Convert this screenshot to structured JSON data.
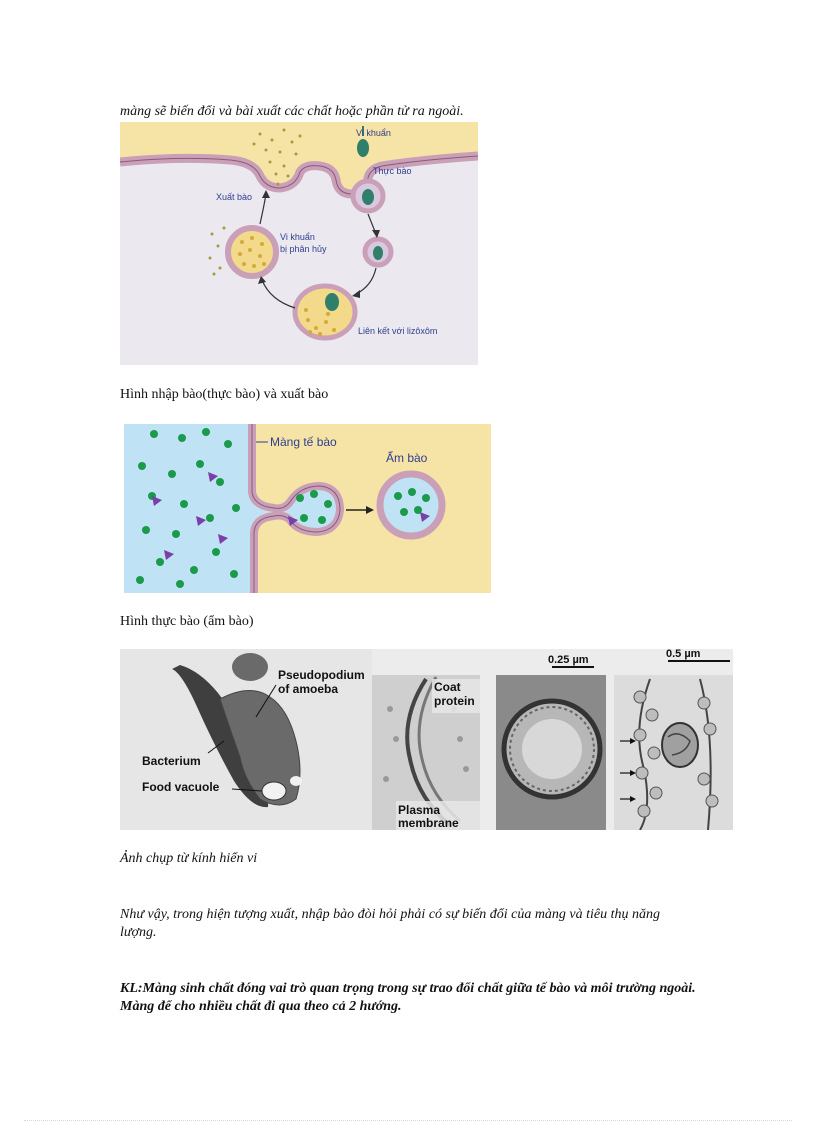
{
  "doc": {
    "intro_line": "màng sẽ biến đổi và bài xuất các chất hoặc phần tử ra ngoài.",
    "caption1": "Hình nhập bào(thực bào) và xuất bào",
    "caption2": "Hình thực bào (ẩm bào)",
    "caption3": "Ảnh chụp từ kính hiển vi",
    "paragraph": "Như vậy, trong hiện tượng xuất, nhập bào đòi hỏi phải có sự biến đổi của màng và tiêu thụ năng lượng.",
    "conclusion": "KL:Màng sinh chất đóng vai trò quan trọng trong sự trao đổi chất giữa tế bào và môi trường ngoài. Màng để cho nhiều chất đi qua theo cả 2 hướng."
  },
  "figure1": {
    "label_bacteria": "Vi khuẩn",
    "label_phagocytosis": "Thực bào",
    "label_exocytosis": "Xuất bào",
    "label_digested_1": "Vi khuẩn",
    "label_digested_2": "bị phân hủy",
    "label_lysosome": "Liên kết với lizôxôm"
  },
  "figure2": {
    "label_membrane": "Màng tế bào",
    "label_pinocytosis": "Ẩm bào"
  },
  "figure3": {
    "label_pseudopodium_1": "Pseudopodium",
    "label_pseudopodium_2": "of amoeba",
    "label_bacterium": "Bacterium",
    "label_food_vacuole": "Food vacuole",
    "label_coat_1": "Coat",
    "label_coat_2": "protein",
    "label_plasma_1": "Plasma",
    "label_plasma_2": "membrane",
    "scale_1": "0.25 µm",
    "scale_2": "0.5 µm"
  },
  "colors": {
    "membrane": "#c9a0b8",
    "outside": "#f6e3a6",
    "cytoplasm": "#e9e6ef",
    "bacteria": "#2f7f6a",
    "blue_label": "#2f3f8f",
    "water": "#bfe3f4",
    "dot_green": "#1a9a4a",
    "triangle": "#7a3fa8"
  }
}
